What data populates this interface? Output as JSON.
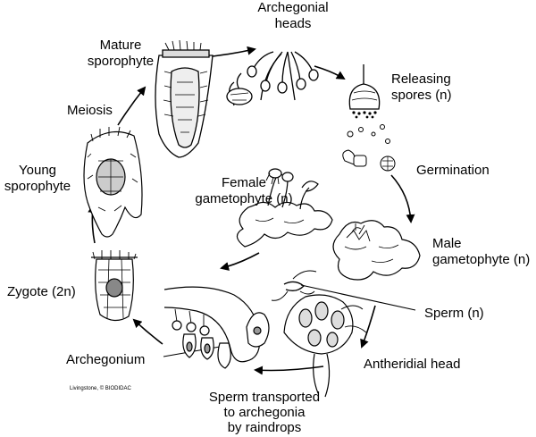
{
  "labels": {
    "archegonial_heads": [
      "Archegonial",
      "heads"
    ],
    "mature_sporophyte": [
      "Mature",
      "sporophyte"
    ],
    "releasing_spores": [
      "Releasing",
      "spores (n)"
    ],
    "meiosis": "Meiosis",
    "germination": "Germination",
    "young_sporophyte": [
      "Young",
      "sporophyte"
    ],
    "female_gametophyte": [
      "Female",
      "gametophyte (n)"
    ],
    "male_gametophyte": [
      "Male",
      "gametophyte (n)"
    ],
    "zygote": "Zygote (2n)",
    "sperm": "Sperm (n)",
    "archegonium": "Archegonium",
    "antheridial_head": "Antheridial head",
    "sperm_transported": [
      "Sperm transported",
      "to archegonia",
      "by raindrops"
    ]
  },
  "credit": "Livingstone, © BIODIDAC"
}
